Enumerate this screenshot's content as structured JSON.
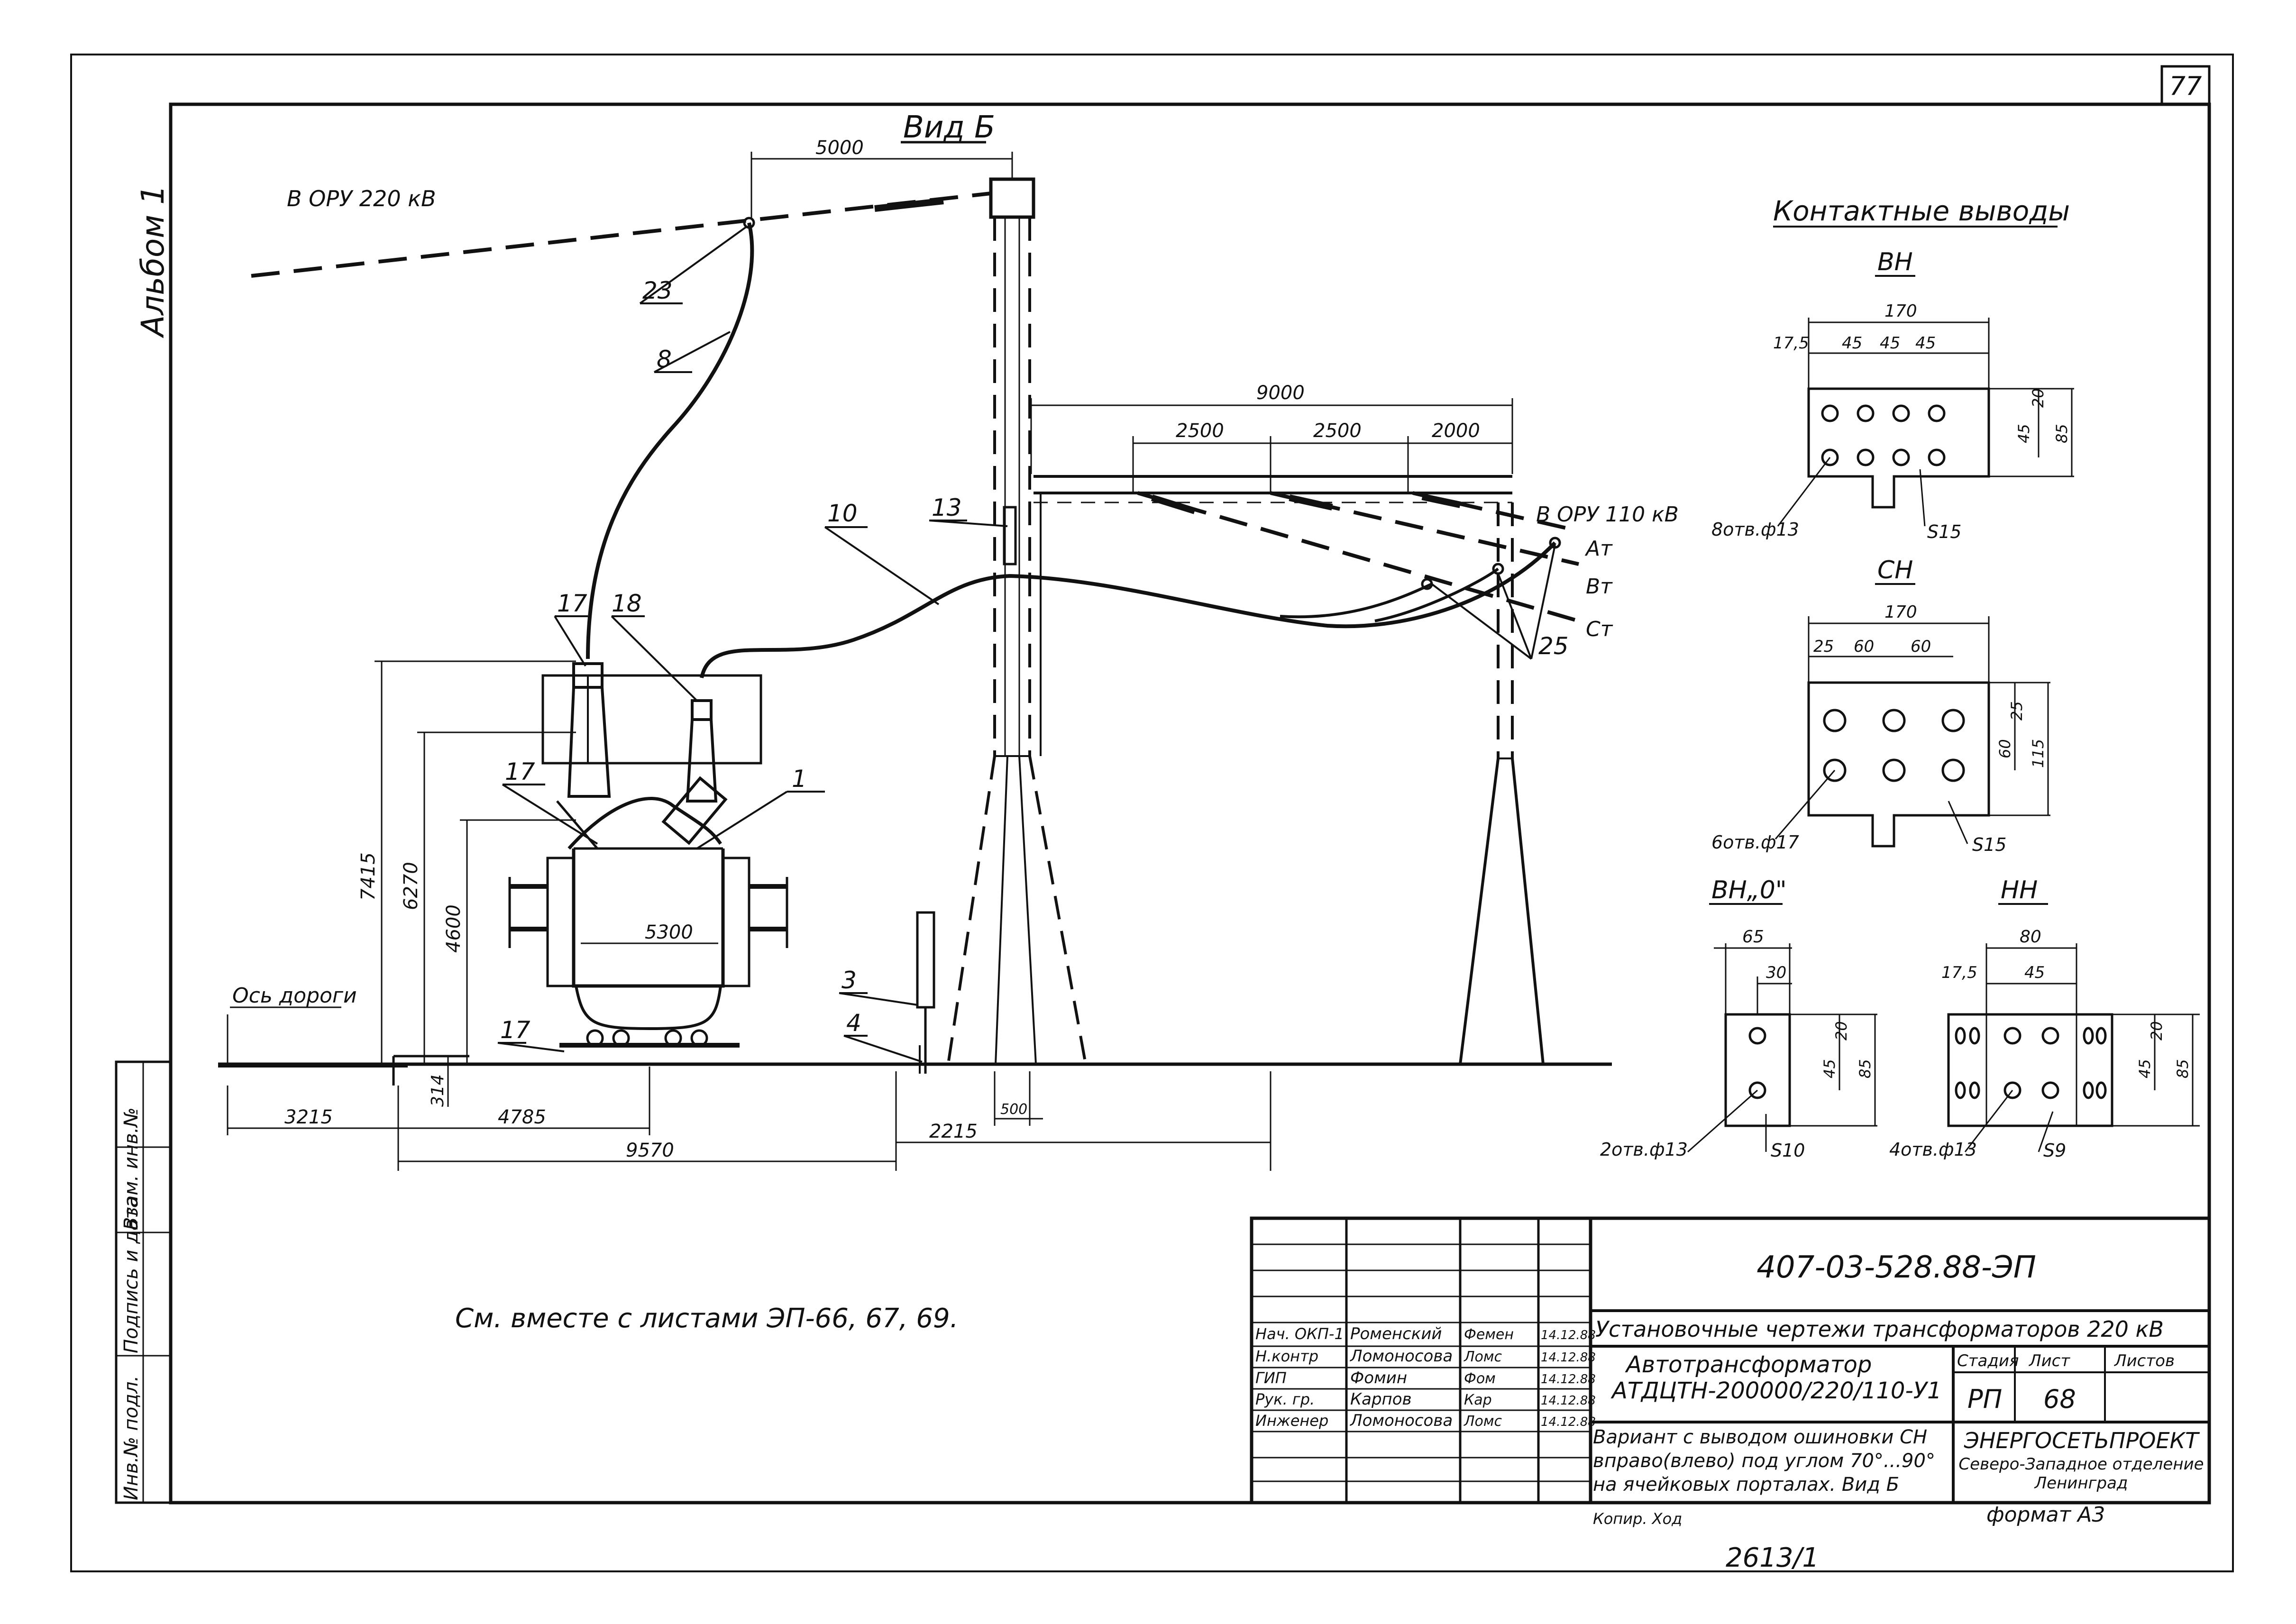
{
  "sheet": {
    "page_number": "77",
    "album_label": "Альбом 1",
    "reference_note": "См. вместе с листами ЭП-66, 67, 69.",
    "bottom_number": "2613/1",
    "copied_label": "Копир. Ход",
    "format_label": "формат А3"
  },
  "side_stamp": {
    "inv_no": "Инв.№ подл.",
    "sign_date": "Подпись и дата",
    "interchange": "Взам. инв.№"
  },
  "title_block": {
    "code": "407-03-528.88-ЭП",
    "project_title": "Установочные чертежи трансформаторов 220 кВ",
    "drawing_title_1": "Автотрансформатор",
    "drawing_title_2": "АТДЦТН-200000/220/110-У1",
    "variant_1": "Вариант с выводом ошиновки СН",
    "variant_2": "вправо(влево) под углом 70°...90°",
    "variant_3": "на ячейковых порталах. Вид Б",
    "stage_header": "Стадия",
    "sheet_header": "Лист",
    "sheets_header": "Листов",
    "stage": "РП",
    "sheet": "68",
    "org_1": "ЭНЕРГОСЕТЬПРОЕКТ",
    "org_2": "Северо-Западное отделение",
    "org_3": "Ленинград",
    "people": [
      {
        "role": "Нач. ОКП-1",
        "name": "Роменский",
        "sign": "Фемен",
        "date": "14.12.88"
      },
      {
        "role": "Н.контр",
        "name": "Ломоносова",
        "sign": "Ломс",
        "date": "14.12.88"
      },
      {
        "role": "ГИП",
        "name": "Фомин",
        "sign": "Фом",
        "date": "14.12.88"
      },
      {
        "role": "Рук. гр.",
        "name": "Карпов",
        "sign": "Кар",
        "date": "14.12.88"
      },
      {
        "role": "Инженер",
        "name": "Ломоносова",
        "sign": "Ломс",
        "date": "14.12.88"
      }
    ]
  },
  "main_view": {
    "view_title": "Вид Б",
    "label_ory220": "В ОРУ 220 кВ",
    "label_ory110": "В ОРУ 110 кВ",
    "road_axis": "Ось дороги",
    "phases": [
      "Ат",
      "Вт",
      "Ст"
    ],
    "callouts": [
      "23",
      "8",
      "10",
      "13",
      "17",
      "18",
      "17",
      "1",
      "3",
      "4",
      "17",
      "25"
    ],
    "dimensions": {
      "d5000": "5000",
      "d9000": "9000",
      "d2500a": "2500",
      "d2500b": "2500",
      "d2000": "2000",
      "d7415": "7415",
      "d6270": "6270",
      "d4600": "4600",
      "d5300": "5300",
      "d314": "314",
      "d3215": "3215",
      "d4785": "4785",
      "d9570": "9570",
      "d2215": "2215",
      "d500": "500"
    }
  },
  "contacts": {
    "title": "Контактные выводы",
    "vn": {
      "title": "ВН",
      "w": "170",
      "a": "17,5",
      "b1": "45",
      "b2": "45",
      "b3": "45",
      "h20": "20",
      "h45": "45",
      "h85": "85",
      "holes": "8отв.ф13",
      "s": "S15"
    },
    "sn": {
      "title": "СН",
      "w": "170",
      "a": "25",
      "b1": "60",
      "b2": "60",
      "h25": "25",
      "h60": "60",
      "h115": "115",
      "holes": "6отв.ф17",
      "s": "S15"
    },
    "vn0": {
      "title": "ВН„0\"",
      "w": "65",
      "b": "30",
      "h20": "20",
      "h45": "45",
      "h85": "85",
      "holes": "2отв.ф13",
      "s": "S10"
    },
    "nn": {
      "title": "НН",
      "w": "80",
      "a": "17,5",
      "b": "45",
      "h20": "20",
      "h45": "45",
      "h85": "85",
      "holes": "4отв.ф13",
      "s": "S9"
    }
  }
}
